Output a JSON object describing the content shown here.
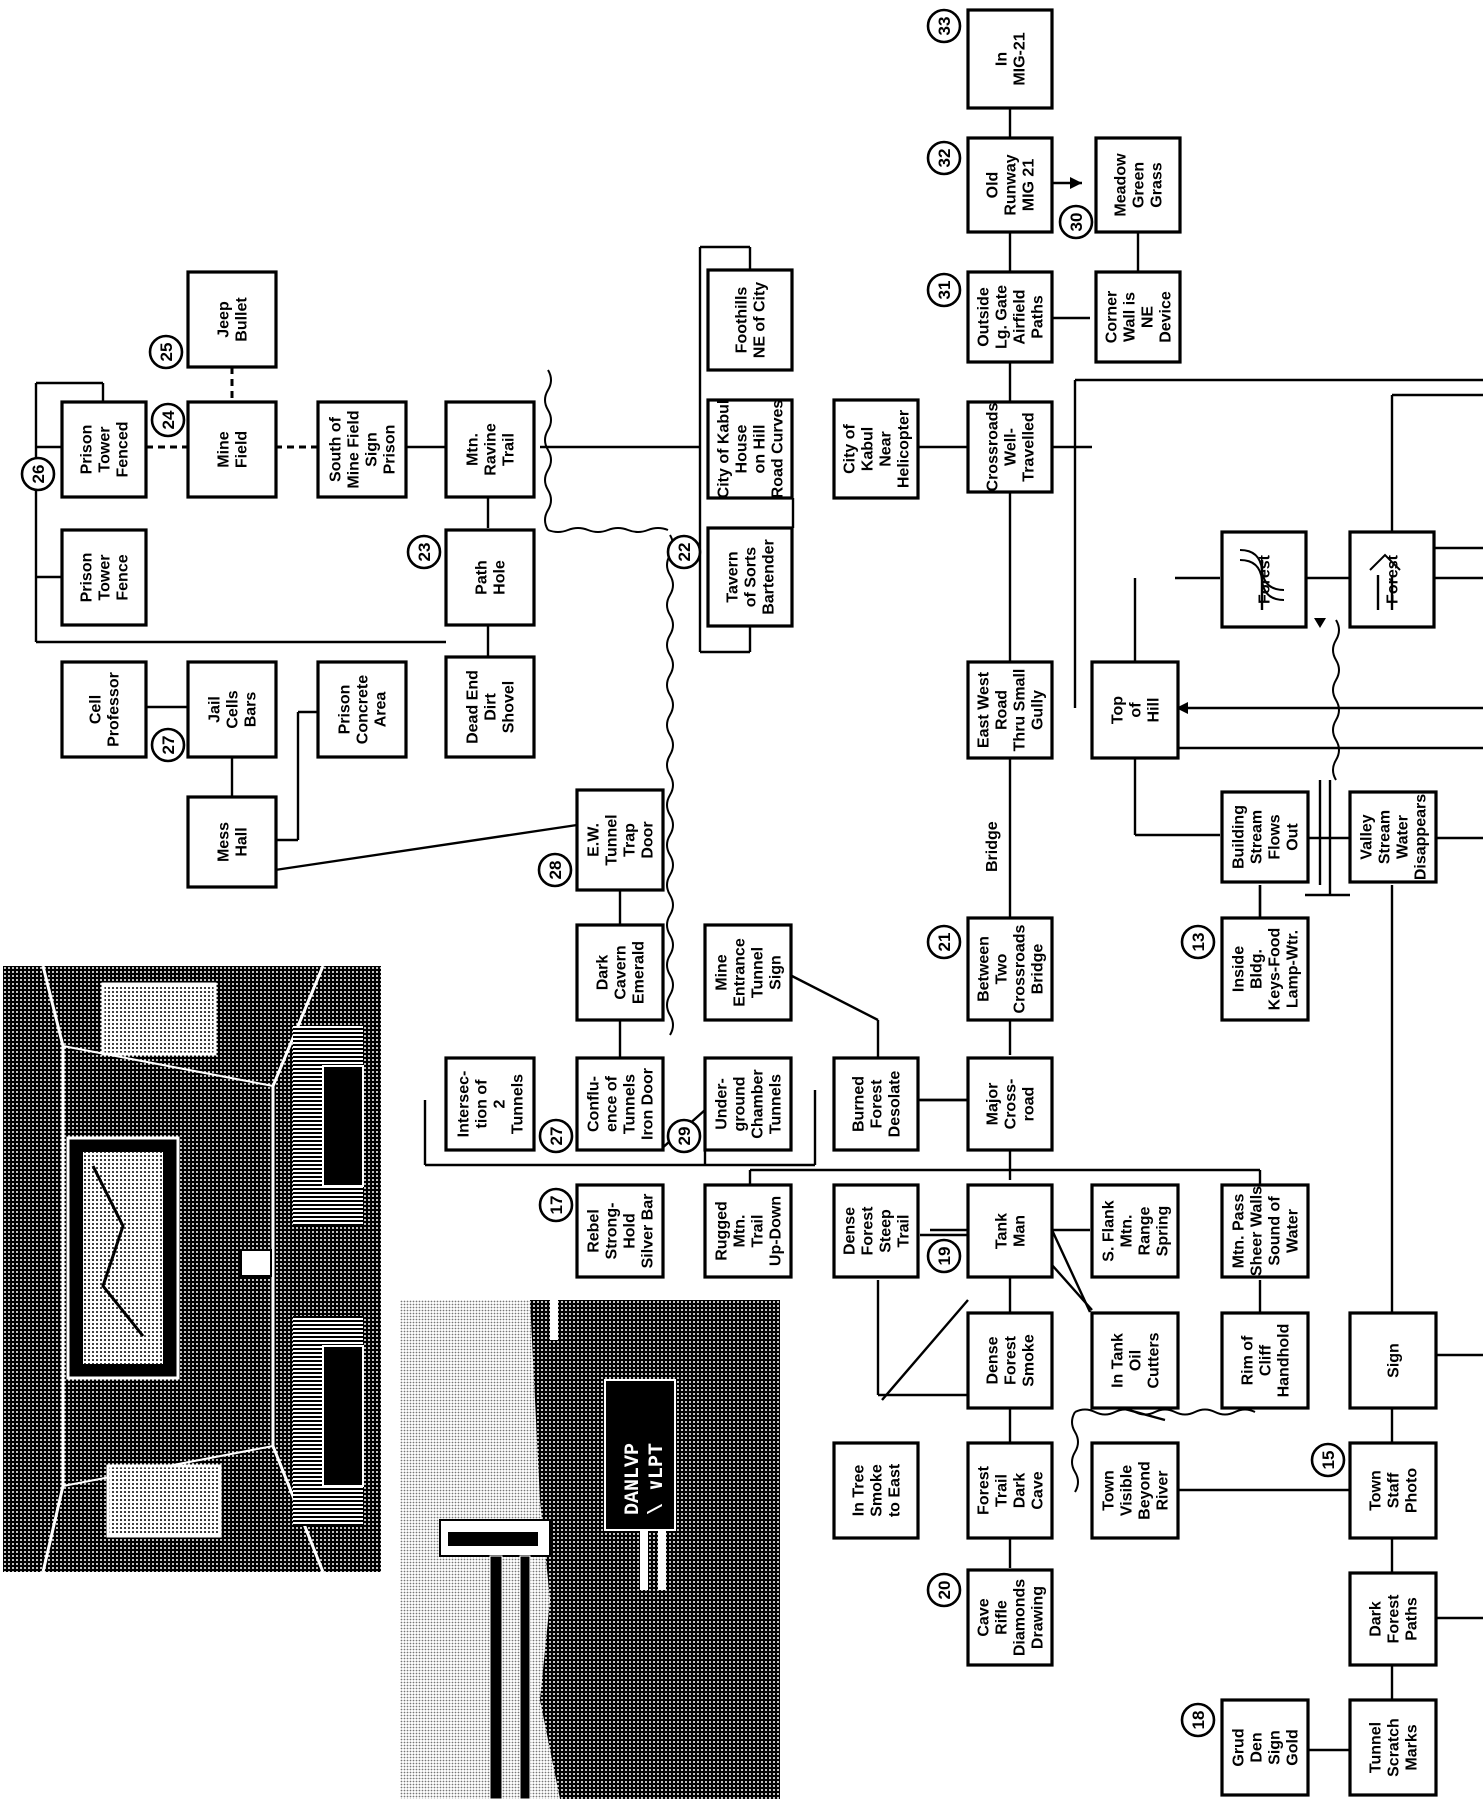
{
  "rooms": [
    {
      "id": "r33",
      "lines": [
        "In",
        "MIG-21"
      ]
    },
    {
      "id": "r32",
      "lines": [
        "Old",
        "Runway",
        "MIG 21"
      ]
    },
    {
      "id": "r30",
      "lines": [
        "Meadow",
        "Green",
        "Grass"
      ]
    },
    {
      "id": "r31",
      "lines": [
        "Outside",
        "Lg. Gate",
        "Airfield",
        "Paths"
      ]
    },
    {
      "id": "rcorner",
      "lines": [
        "Corner",
        "Wall is",
        "NE",
        "Device"
      ]
    },
    {
      "id": "rjeep",
      "lines": [
        "Jeep",
        "Bullet"
      ]
    },
    {
      "id": "rfenced",
      "lines": [
        "Prison",
        "Tower",
        "Fenced"
      ]
    },
    {
      "id": "rmine",
      "lines": [
        "Mine",
        "Field"
      ]
    },
    {
      "id": "rsouth",
      "lines": [
        "South of",
        "Mine Field",
        "Sign",
        "Prison"
      ]
    },
    {
      "id": "rravine",
      "lines": [
        "Mtn.",
        "Ravine",
        "Trail"
      ]
    },
    {
      "id": "rfoothills",
      "lines": [
        "Foothills",
        "NE of City"
      ]
    },
    {
      "id": "rkabulhouse",
      "lines": [
        "City of Kabul",
        "House",
        "on Hill",
        "Road Curves"
      ]
    },
    {
      "id": "rkabulheli",
      "lines": [
        "City of",
        "Kabul",
        "Near",
        "Helicopter"
      ]
    },
    {
      "id": "rcrossroads",
      "lines": [
        "Crossroads",
        "Well-",
        "Travelled"
      ]
    },
    {
      "id": "rfence",
      "lines": [
        "Prison",
        "Tower",
        "Fence"
      ]
    },
    {
      "id": "rpathhole",
      "lines": [
        "Path",
        "Hole"
      ]
    },
    {
      "id": "rtavern",
      "lines": [
        "Tavern",
        "of Sorts",
        "Bartender"
      ]
    },
    {
      "id": "rforest1",
      "lines": [
        "Forest"
      ]
    },
    {
      "id": "rforest2",
      "lines": [
        "Forest"
      ]
    },
    {
      "id": "rcell",
      "lines": [
        "Cell",
        "Professor"
      ]
    },
    {
      "id": "rjail",
      "lines": [
        "Jail",
        "Cells",
        "Bars"
      ]
    },
    {
      "id": "rconcrete",
      "lines": [
        "Prison",
        "Concrete",
        "Area"
      ]
    },
    {
      "id": "rdeadend",
      "lines": [
        "Dead End",
        "Dirt",
        "Shovel"
      ]
    },
    {
      "id": "reastwest",
      "lines": [
        "East West",
        "Road",
        "Thru Small",
        "Gully"
      ]
    },
    {
      "id": "rtophill",
      "lines": [
        "Top",
        "of",
        "Hill"
      ]
    },
    {
      "id": "rmess",
      "lines": [
        "Mess",
        "Hall"
      ]
    },
    {
      "id": "rewtunnel",
      "lines": [
        "E.W.",
        "Tunnel",
        "Trap",
        "Door"
      ]
    },
    {
      "id": "rbuilding",
      "lines": [
        "Building",
        "Stream",
        "Flows",
        "Out"
      ]
    },
    {
      "id": "rvalley",
      "lines": [
        "Valley",
        "Stream",
        "Water",
        "Disappears"
      ]
    },
    {
      "id": "rcavern",
      "lines": [
        "Dark",
        "Cavern",
        "Emerald"
      ]
    },
    {
      "id": "rmineentrance",
      "lines": [
        "Mine",
        "Entrance",
        "Tunnel",
        "Sign"
      ]
    },
    {
      "id": "rbetween",
      "lines": [
        "Between",
        "Two",
        "Crossroads",
        "Bridge"
      ]
    },
    {
      "id": "rinsidebldg",
      "lines": [
        "Inside",
        "Bldg.",
        "Keys-Food",
        "Lamp-Wtr."
      ]
    },
    {
      "id": "rintersection",
      "lines": [
        "Intersec-",
        "tion of",
        "2",
        "Tunnels"
      ]
    },
    {
      "id": "rconfluence",
      "lines": [
        "Conflu-",
        "ence of",
        "Tunnels",
        "Iron Door"
      ]
    },
    {
      "id": "runderground",
      "lines": [
        "Under-",
        "ground",
        "Chamber",
        "Tunnels"
      ]
    },
    {
      "id": "rburned",
      "lines": [
        "Burned",
        "Forest",
        "Desolate"
      ]
    },
    {
      "id": "rmajor",
      "lines": [
        "Major",
        "Cross-",
        "road"
      ]
    },
    {
      "id": "rrebel",
      "lines": [
        "Rebel",
        "Strong-",
        "Hold",
        "Silver Bar"
      ]
    },
    {
      "id": "rrugged",
      "lines": [
        "Rugged",
        "Mtn.",
        "Trail",
        "Up-Down"
      ]
    },
    {
      "id": "rdensesteep",
      "lines": [
        "Dense",
        "Forest",
        "Steep",
        "Trail"
      ]
    },
    {
      "id": "rtank",
      "lines": [
        "Tank",
        "Man"
      ]
    },
    {
      "id": "rsflank",
      "lines": [
        "S. Flank",
        "Mtn.",
        "Range",
        "Spring"
      ]
    },
    {
      "id": "rmtnpass",
      "lines": [
        "Mtn. Pass",
        "Sheer Walls",
        "Sound of",
        "Water"
      ]
    },
    {
      "id": "rsmoke",
      "lines": [
        "Dense",
        "Forest",
        "Smoke"
      ]
    },
    {
      "id": "rintank",
      "lines": [
        "In Tank",
        "Oil",
        "Cutters"
      ]
    },
    {
      "id": "rrim",
      "lines": [
        "Rim of",
        "Cliff",
        "Handhold"
      ]
    },
    {
      "id": "rsign",
      "lines": [
        "Sign"
      ]
    },
    {
      "id": "rtree",
      "lines": [
        "In Tree",
        "Smoke",
        "to East"
      ]
    },
    {
      "id": "rforesttrail",
      "lines": [
        "Forest",
        "Trail",
        "Dark",
        "Cave"
      ]
    },
    {
      "id": "rtownvisible",
      "lines": [
        "Town",
        "Visible",
        "Beyond",
        "River"
      ]
    },
    {
      "id": "rtownstaff",
      "lines": [
        "Town",
        "Staff",
        "Photo"
      ]
    },
    {
      "id": "rcave",
      "lines": [
        "Cave",
        "Rifle",
        "Diamonds",
        "Drawing"
      ]
    },
    {
      "id": "rdarkforest",
      "lines": [
        "Dark",
        "Forest",
        "Paths"
      ]
    },
    {
      "id": "rgrud",
      "lines": [
        "Grud",
        "Den",
        "Sign",
        "Gold"
      ]
    },
    {
      "id": "rtunnel",
      "lines": [
        "Tunnel",
        "Scratch",
        "Marks"
      ]
    }
  ],
  "numbers": [
    {
      "id": "n33",
      "label": "33"
    },
    {
      "id": "n32",
      "label": "32"
    },
    {
      "id": "n30",
      "label": "30"
    },
    {
      "id": "n31",
      "label": "31"
    },
    {
      "id": "n25",
      "label": "25"
    },
    {
      "id": "n24",
      "label": "24"
    },
    {
      "id": "n26",
      "label": "26"
    },
    {
      "id": "n23",
      "label": "23"
    },
    {
      "id": "n22",
      "label": "22"
    },
    {
      "id": "n27a",
      "label": "27"
    },
    {
      "id": "n28",
      "label": "28"
    },
    {
      "id": "n21",
      "label": "21"
    },
    {
      "id": "n13",
      "label": "13"
    },
    {
      "id": "n27b",
      "label": "27"
    },
    {
      "id": "n29",
      "label": "29"
    },
    {
      "id": "n17",
      "label": "17"
    },
    {
      "id": "n19",
      "label": "19"
    },
    {
      "id": "n15",
      "label": "15"
    },
    {
      "id": "n20",
      "label": "20"
    },
    {
      "id": "n18",
      "label": "18"
    }
  ],
  "edge_labels": [
    {
      "id": "bridge",
      "text": "Bridge"
    }
  ],
  "sign_glyphs": {
    "line1": "DANLVP",
    "line2": "\\ ∨LPT"
  },
  "colors": {
    "ink": "#000000",
    "paper": "#ffffff",
    "screen_gray": "#d4d4d4"
  }
}
